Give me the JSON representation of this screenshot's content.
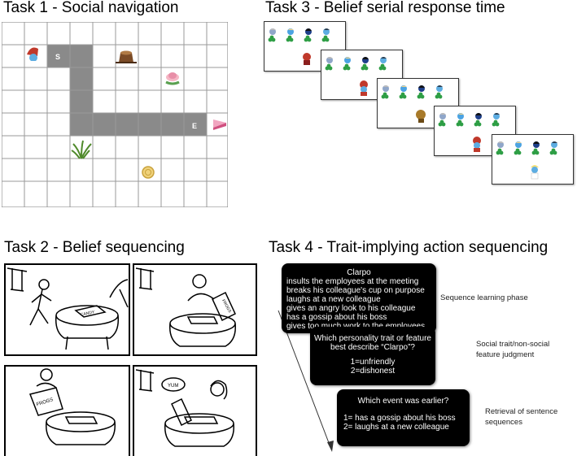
{
  "task1": {
    "title": "Task 1 - Social navigation",
    "start_label": "S",
    "end_label": "E",
    "icons": [
      "smurf-icon",
      "tree-stump-icon",
      "flower-icon",
      "cake-slice-icon",
      "grass-icon",
      "coin-icon"
    ]
  },
  "task3": {
    "title": "Task 3 - Belief serial response time"
  },
  "task2": {
    "title": "Task 2 - Belief sequencing",
    "box_label_1": "CANDY",
    "box_label_2": "FROGS",
    "box_label_3": "FROGS",
    "speech": "YUM"
  },
  "task4": {
    "title": "Task 4 - Trait-implying action sequencing",
    "box1": {
      "name": "Clarpo",
      "lines": [
        "insults the employees at the meeting",
        "breaks his colleague's cup on purpose",
        "laughs at a new colleague",
        "gives an angry look to his colleague",
        "has a gossip about his boss",
        "gives too much work to the employees"
      ]
    },
    "box2": {
      "question_line1": "Which personality trait or feature",
      "question_line2": "best describe “Clarpo”?",
      "option1": "1=unfriendly",
      "option2": "2=dishonest"
    },
    "box3": {
      "question": "Which event was earlier?",
      "option1": "1= has a gossip about his boss",
      "option2": "2= laughs at a new colleague"
    },
    "side_labels": {
      "phase1": "Sequence learning phase",
      "phase2_line1": "Social trait/non-social",
      "phase2_line2": "feature judgment",
      "phase3_line1": "Retrieval of sentence",
      "phase3_line2": "sequences"
    }
  },
  "colors": {
    "path": "#8a8a8a",
    "grid_line": "#9a9a9a",
    "box_fill": "#000000",
    "box_text": "#ffffff"
  }
}
